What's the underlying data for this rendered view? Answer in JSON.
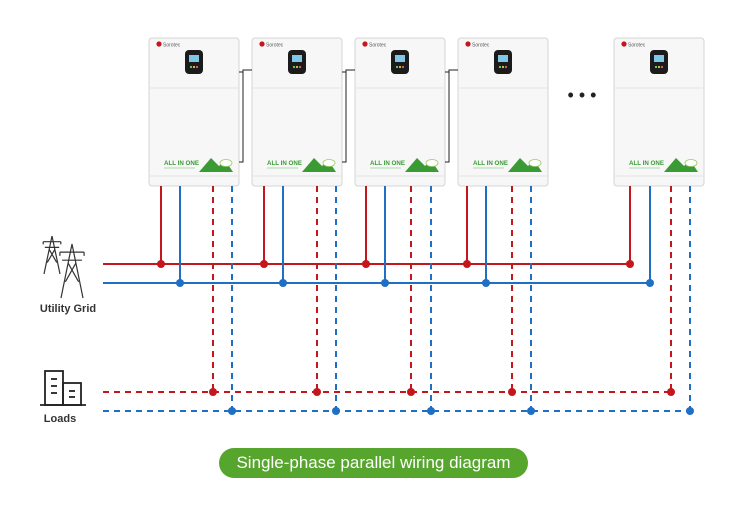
{
  "caption": "Single-phase parallel wiring diagram",
  "labels": {
    "utility_grid": "Utility Grid",
    "loads": "Loads"
  },
  "inverter": {
    "brand": "Sorotec",
    "badge": "ALL IN ONE",
    "count_shown": 5,
    "ellipsis": "• • •"
  },
  "colors": {
    "line_live": "#c4161c",
    "line_neutral": "#1f6fc5",
    "caption_bg": "#56a52d",
    "badge_green": "#3a9b34",
    "unit_body": "#f7f7f7"
  },
  "wiring": {
    "grid_lines": [
      "solid-red",
      "solid-blue"
    ],
    "load_lines": [
      "dashed-red",
      "dashed-blue"
    ]
  }
}
